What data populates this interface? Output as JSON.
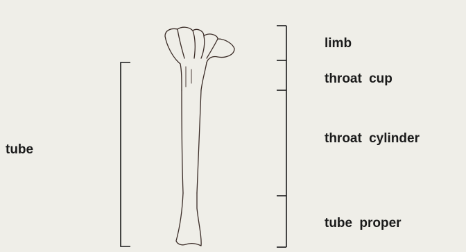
{
  "labels": {
    "tube": "tube",
    "limb": "limb",
    "throat_cup": "throat cup",
    "throat_cylinder": "throat cylinder",
    "tube_proper": "tube proper"
  },
  "colors": {
    "background": "#efeee8",
    "ink": "#1a1a1a",
    "outline": "#3a2b26"
  },
  "icons": {
    "flower": "flower-outline-icon"
  }
}
